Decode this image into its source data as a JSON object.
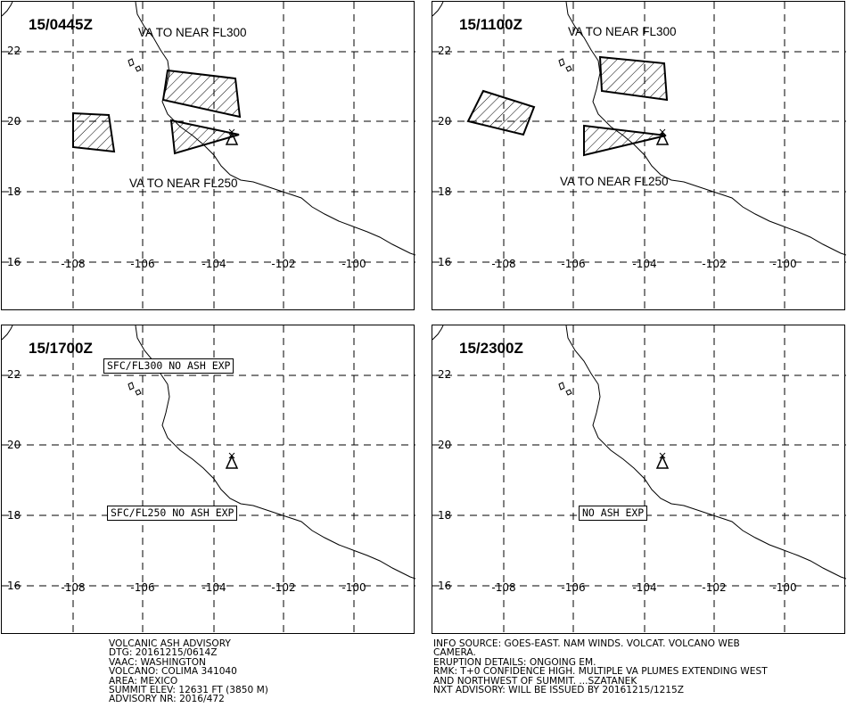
{
  "panels": [
    {
      "time": "15/0445Z",
      "labels": [
        {
          "text": "VA TO NEAR FL300",
          "boxed": false
        },
        {
          "text": "VA TO NEAR FL250",
          "boxed": false
        }
      ]
    },
    {
      "time": "15/1100Z",
      "labels": [
        {
          "text": "VA TO NEAR FL300",
          "boxed": false
        },
        {
          "text": "VA TO NEAR FL250",
          "boxed": false
        }
      ]
    },
    {
      "time": "15/1700Z",
      "labels": [
        {
          "text": "SFC/FL300 NO ASH EXP",
          "boxed": true
        },
        {
          "text": "SFC/FL250 NO ASH EXP",
          "boxed": true
        }
      ]
    },
    {
      "time": "15/2300Z",
      "labels": [
        {
          "text": "NO ASH EXP",
          "boxed": true
        }
      ]
    }
  ],
  "axes": {
    "lat_labels": [
      "22",
      "20",
      "18",
      "16"
    ],
    "lon_labels": [
      "-108",
      "-106",
      "-104",
      "-102",
      "-100"
    ]
  },
  "advisory_left": [
    "VOLCANIC ASH ADVISORY",
    "DTG: 20161215/0614Z",
    "VAAC: WASHINGTON",
    "VOLCANO: COLIMA 341040",
    "AREA: MEXICO",
    "SUMMIT ELEV: 12631 FT (3850 M)",
    "ADVISORY NR: 2016/472"
  ],
  "advisory_right": [
    "INFO SOURCE: GOES-EAST. NAM WINDS. VOLCAT. VOLCANO WEB",
    "CAMERA.",
    "ERUPTION DETAILS: ONGOING EM.",
    "RMK: T+0 CONFIDENCE HIGH. MULTIPLE VA PLUMES EXTENDING WEST",
    "AND NORTHWEST OF SUMMIT. ...SZATANEK",
    "NXT ADVISORY: WILL BE ISSUED BY 20161215/1215Z"
  ],
  "map_features": {
    "volcano_icon": "volcano-triangle-icon",
    "coastline": "mexico-pacific-coastline",
    "ash_polygons": [
      {
        "panel": 0,
        "level": "FL300",
        "name": "ash-area-fl300"
      },
      {
        "panel": 0,
        "level": "FL250",
        "name": "ash-area-fl250"
      },
      {
        "panel": 0,
        "level": "west",
        "name": "ash-area-west"
      },
      {
        "panel": 1,
        "level": "FL300",
        "name": "ash-area-fl300"
      },
      {
        "panel": 1,
        "level": "FL250",
        "name": "ash-area-fl250"
      },
      {
        "panel": 1,
        "level": "west",
        "name": "ash-area-west"
      }
    ]
  }
}
